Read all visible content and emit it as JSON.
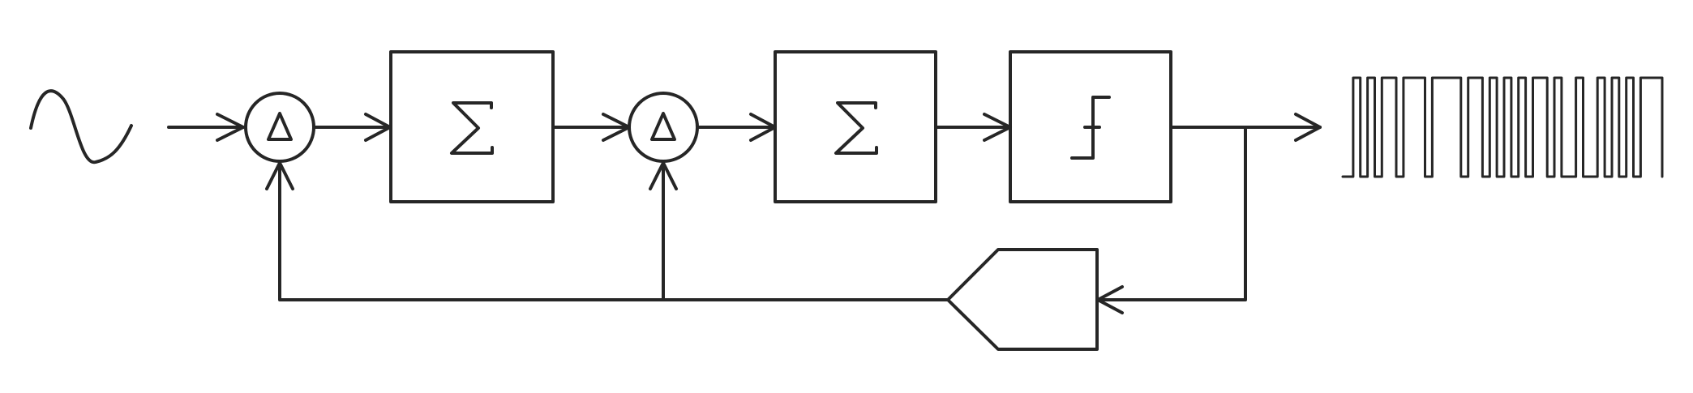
{
  "colors": {
    "ink": "#262626",
    "background": "#ffffff"
  },
  "blocks": {
    "source": {
      "icon": "sine-wave-icon"
    },
    "difference_1": {
      "icon": "delta-icon"
    },
    "integrator_1": {
      "icon": "sigma-icon"
    },
    "difference_2": {
      "icon": "delta-icon"
    },
    "integrator_2": {
      "icon": "sigma-icon"
    },
    "quantizer": {
      "icon": "step-quantizer-icon"
    },
    "feedback_dac": {
      "icon": "pentagon-dac-icon"
    },
    "output": {
      "icon": "pulse-train-icon"
    }
  },
  "output_bitstream": [
    0,
    1,
    0,
    1,
    0,
    1,
    1,
    0,
    1,
    1,
    1,
    0,
    1,
    1,
    1,
    1,
    0,
    1,
    1,
    0,
    1,
    0,
    1,
    0,
    1,
    0,
    1,
    1,
    0,
    1,
    0,
    0,
    1,
    0,
    0,
    1,
    0,
    1,
    0,
    1,
    0,
    1,
    1,
    1
  ]
}
